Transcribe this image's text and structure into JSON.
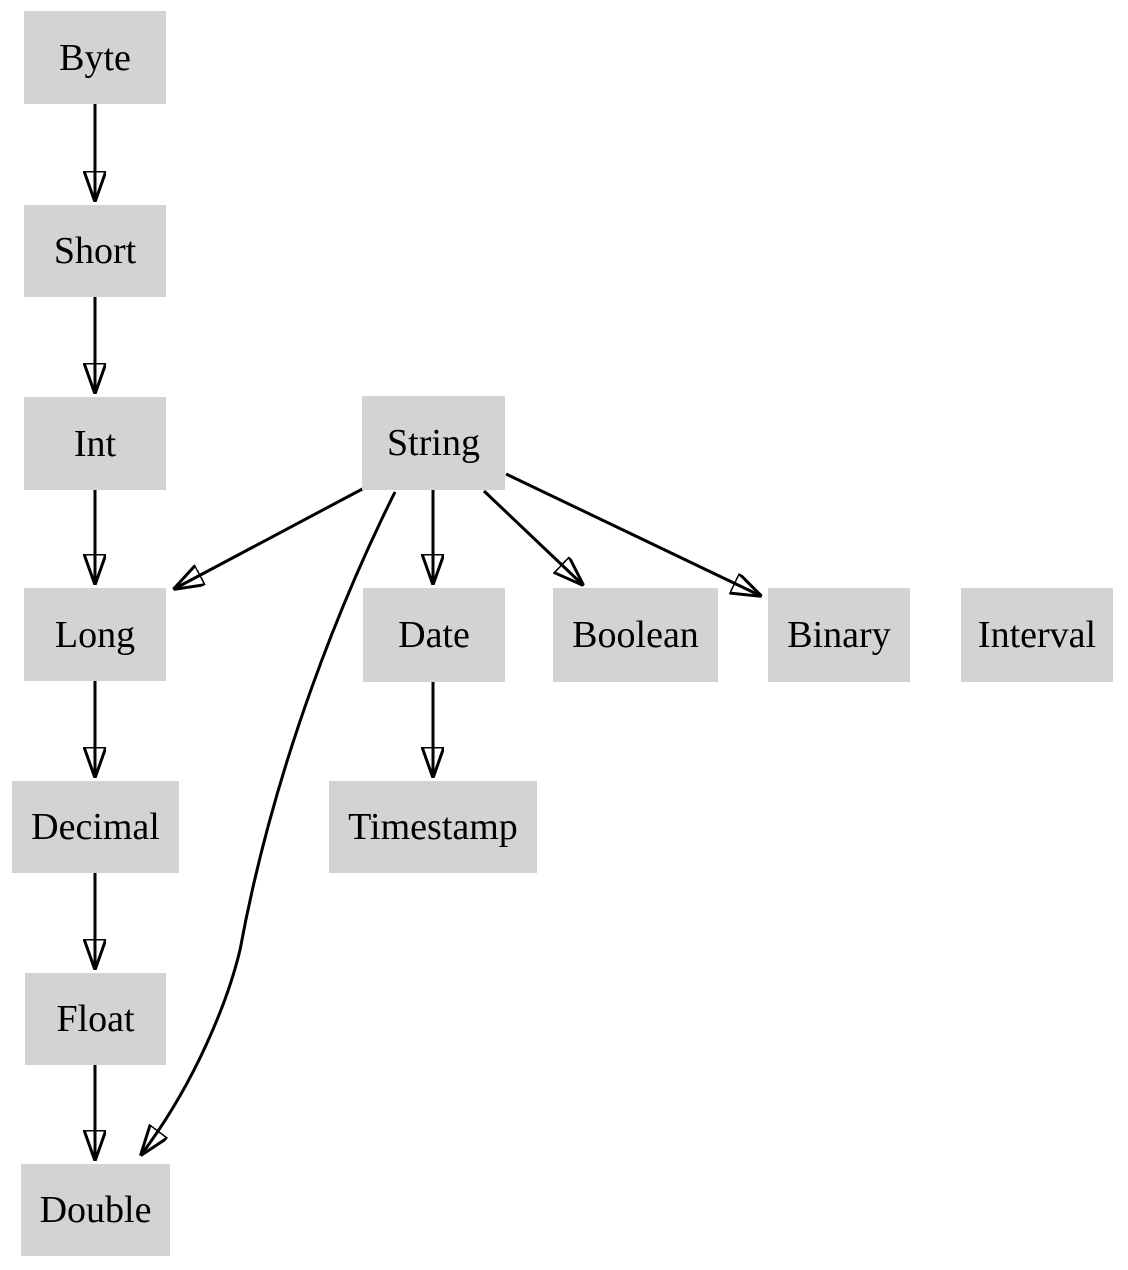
{
  "diagram": {
    "type": "directed-graph",
    "description": "Type coercion / promotion hierarchy graph",
    "colors": {
      "background": "#ffffff",
      "node_fill": "#d3d3d3",
      "node_text": "#000000",
      "edge": "#000000"
    },
    "nodes": [
      {
        "label": "Byte"
      },
      {
        "label": "Short"
      },
      {
        "label": "Int"
      },
      {
        "label": "String"
      },
      {
        "label": "Long"
      },
      {
        "label": "Date"
      },
      {
        "label": "Boolean"
      },
      {
        "label": "Binary"
      },
      {
        "label": "Interval"
      },
      {
        "label": "Decimal"
      },
      {
        "label": "Timestamp"
      },
      {
        "label": "Float"
      },
      {
        "label": "Double"
      }
    ],
    "edges": [
      {
        "from": "Byte",
        "to": "Short"
      },
      {
        "from": "Short",
        "to": "Int"
      },
      {
        "from": "Int",
        "to": "Long"
      },
      {
        "from": "String",
        "to": "Long"
      },
      {
        "from": "String",
        "to": "Date"
      },
      {
        "from": "String",
        "to": "Boolean"
      },
      {
        "from": "String",
        "to": "Binary"
      },
      {
        "from": "String",
        "to": "Double"
      },
      {
        "from": "Long",
        "to": "Decimal"
      },
      {
        "from": "Date",
        "to": "Timestamp"
      },
      {
        "from": "Decimal",
        "to": "Float"
      },
      {
        "from": "Float",
        "to": "Double"
      }
    ],
    "isolated_nodes": [
      "Interval"
    ]
  }
}
